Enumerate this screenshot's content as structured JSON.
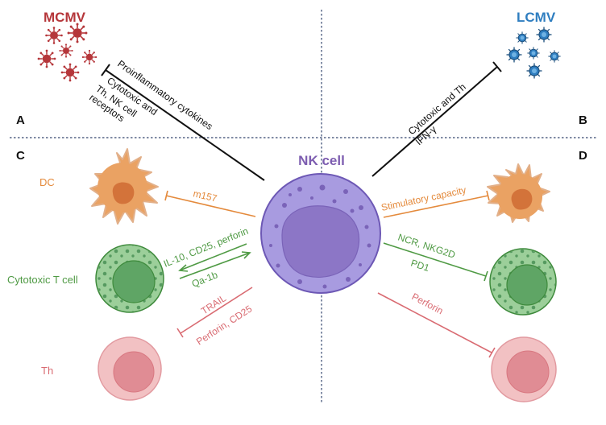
{
  "viruses": {
    "left": "MCMV",
    "right": "LCMV"
  },
  "quadrants": {
    "a": "A",
    "b": "B",
    "c": "C",
    "d": "D"
  },
  "center": {
    "title": "NK cell"
  },
  "cells": {
    "dc": "DC",
    "ctl": "Cytotoxic T cell",
    "th": "Th"
  },
  "labels": {
    "proinflammatory": "Proinflammatory cytokines",
    "receptors_1": "Cytotoxic and",
    "receptors_2": "Th, NK cell",
    "receptors_3": "receptors",
    "cyto_th": "Cytotoxic and Th",
    "ifn": "IFN-γ",
    "m157": "m157",
    "il10": "IL-10, CD25, perforin",
    "qa1b": "Qa-1b",
    "trail": "TRAIL",
    "perforin_cd25": "Perforin, CD25",
    "stimulatory": "Stimulatory capacity",
    "ncr": "NCR, NKG2D",
    "pd1": "PD1",
    "perforin": "Perforin"
  },
  "colors": {
    "mcmv": "#b5363a",
    "lcmv": "#2f7ec0",
    "nk": "#7d5db0",
    "dc": "#e48a3c",
    "ctl": "#4f9a44",
    "th": "#d96b72",
    "line": "#111111",
    "divider": "#34466e"
  }
}
